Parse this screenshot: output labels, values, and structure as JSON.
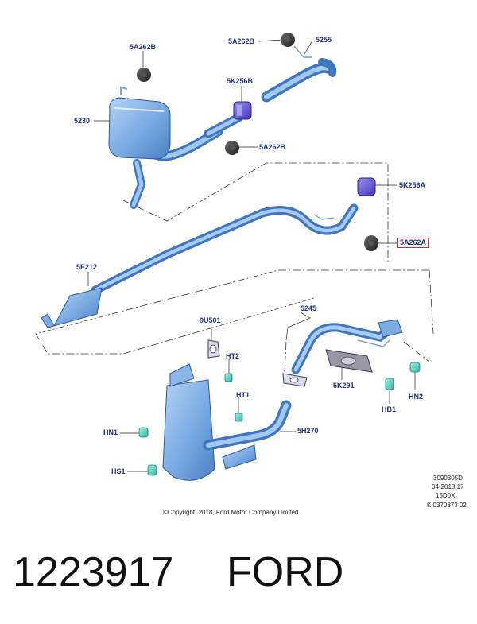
{
  "diagram": {
    "callouts": {
      "c5a262b_1": "5A262B",
      "c5a262b_2": "5A262B",
      "c5255": "5255",
      "c5k256b": "5K256B",
      "c5230": "5230",
      "c5a262b_3": "5A262B",
      "c5k256a": "5K256A",
      "c5a262a": "5A262A",
      "c5e212": "5E212",
      "c9u501": "9U501",
      "c5245": "5245",
      "cht2": "HT2",
      "cht1": "HT1",
      "c5k291": "5K291",
      "chb1": "HB1",
      "chn2": "HN2",
      "chn1": "HN1",
      "c5h270": "5H270",
      "chs1": "HS1"
    },
    "highlight_color": "#d8232a",
    "part_color": "#6fa3e0",
    "label_color": "#1f2f80"
  },
  "meta": {
    "code1": "3090305D",
    "code2": "04-2018 17",
    "code3": "15D0X",
    "code4": "K 0370873 02",
    "copyright": "©Copyright, 2018, Ford Motor Company Limited"
  },
  "footer": {
    "part_number": "1223917",
    "brand": "FORD"
  }
}
